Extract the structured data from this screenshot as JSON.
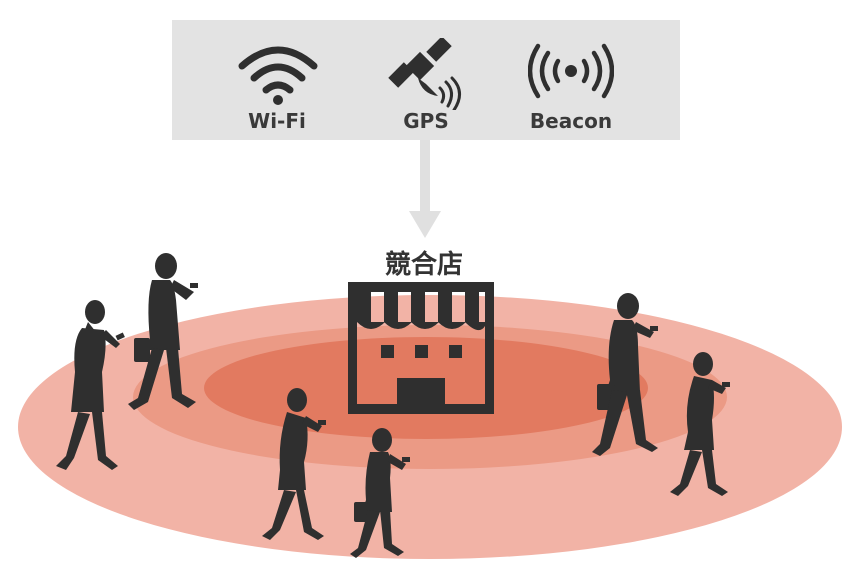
{
  "signals": [
    {
      "label": "Wi-Fi",
      "icon": "wifi-icon"
    },
    {
      "label": "GPS",
      "icon": "satellite-icon"
    },
    {
      "label": "Beacon",
      "icon": "beacon-icon"
    }
  ],
  "store": {
    "label": "競合店",
    "icon": "store-icon"
  },
  "colors": {
    "panel": "#e3e3e3",
    "icon": "#2f2f2f",
    "arrow": "#e0e0e0",
    "ring_outer": "#f2b3a6",
    "ring_middle": "#eb9a85",
    "ring_inner": "#e27a60",
    "person": "#2f2f2f"
  }
}
